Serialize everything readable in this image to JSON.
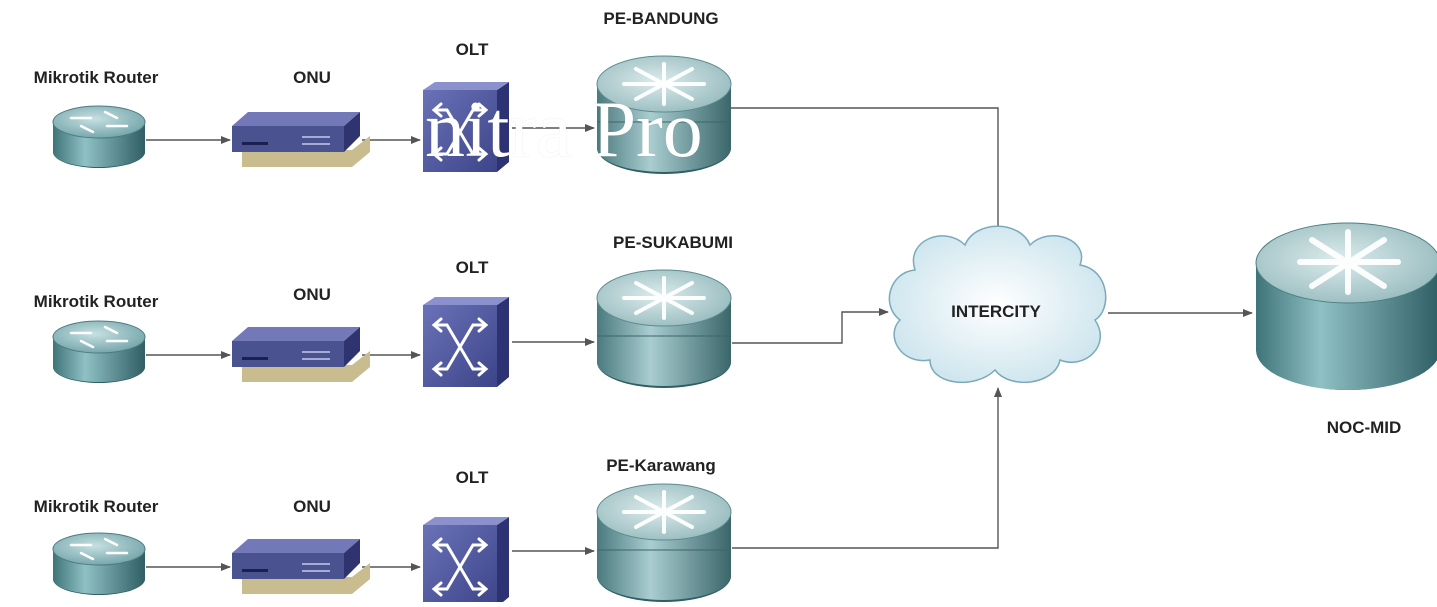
{
  "rows": [
    {
      "router_label": "Mikrotik Router",
      "onu_label": "ONU",
      "olt_label": "OLT",
      "pe_label": "PE-BANDUNG"
    },
    {
      "router_label": "Mikrotik Router",
      "onu_label": "ONU",
      "olt_label": "OLT",
      "pe_label": "PE-SUKABUMI"
    },
    {
      "router_label": "Mikrotik Router",
      "onu_label": "ONU",
      "olt_label": "OLT",
      "pe_label": "PE-Karawang"
    }
  ],
  "cloud_label": "INTERCITY",
  "noc_label": "NOC-MID",
  "watermark_text": "nitra Pro",
  "colors": {
    "router_teal": "#5f9aa0",
    "device_blue": "#4a5290",
    "line": "#555555",
    "cloud": "#dceef5"
  }
}
